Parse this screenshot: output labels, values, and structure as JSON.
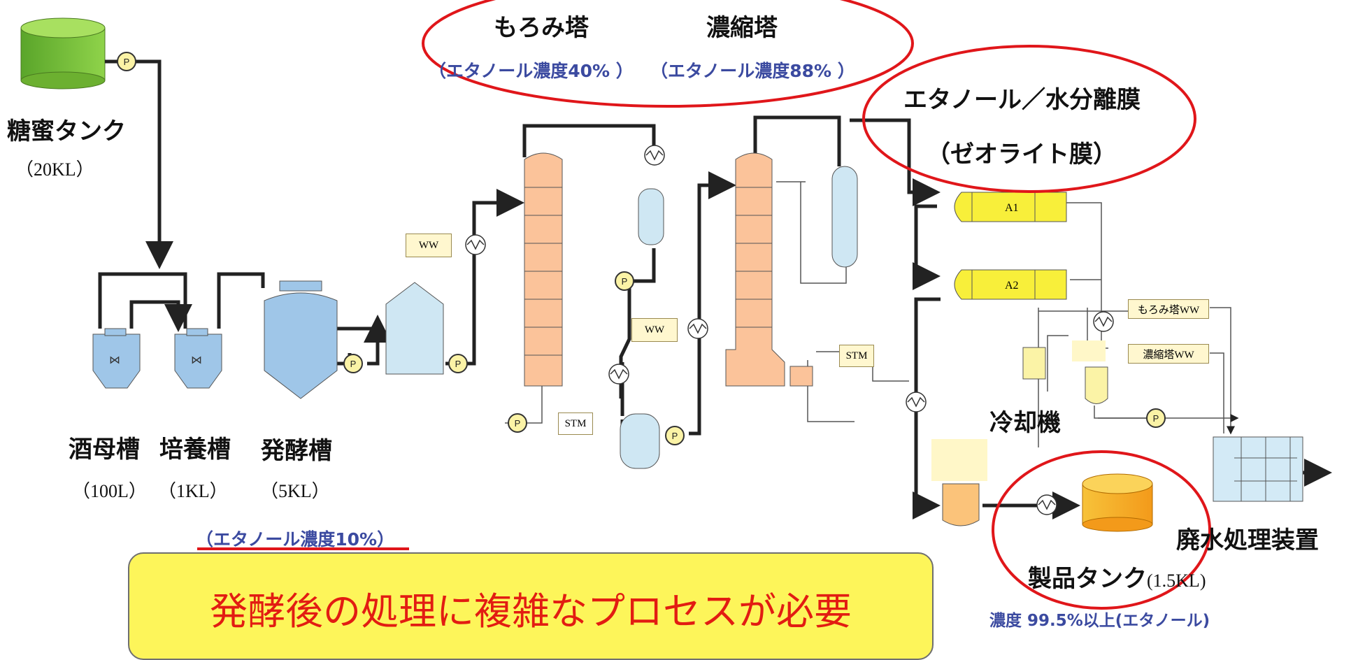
{
  "labels": {
    "molasses_tank": "糖蜜タンク",
    "molasses_cap": "（20KL）",
    "yeast_tank": "酒母槽",
    "yeast_cap": "（100L）",
    "culture_tank": "培養槽",
    "culture_cap": "（1KL）",
    "ferment_tank": "発酵槽",
    "ferment_cap": "（5KL）",
    "ferment_conc": "（エタノール濃度10%）",
    "mash_column": "もろみ塔",
    "mash_conc": "（エタノール濃度40% ）",
    "concentrator": "濃縮塔",
    "concentrator_conc": "（エタノール濃度88% ）",
    "membrane_title": "エタノール／水分離膜",
    "membrane_sub": "（ゼオライト膜）",
    "cooler": "冷却機",
    "wastewater": "廃水処理装置",
    "product_tank": "製品タンク",
    "product_cap": "(1.5KL)",
    "product_conc": "濃度  99.5%以上(エタノール)",
    "pump": "P",
    "ww": "WW",
    "stm": "STM",
    "a1": "A1",
    "a2": "A2",
    "mash_ww": "もろみ塔WW",
    "conc_ww": "濃縮塔WW"
  },
  "callout": "発酵後の処理に複雑なプロセスが必要",
  "colors": {
    "highlight_ellipse": "#e0161a",
    "callout_bg": "#fdf55a",
    "callout_text": "#e21c12",
    "column_fill": "#fbc39a",
    "tank_fill": "#9fc6e8",
    "membrane_fill": "#f8ef3a",
    "product_tank": "#f5a623",
    "molasses_tank": "#7cc23a"
  },
  "icons": [
    "pump-icon",
    "heat-exchanger-icon",
    "agitator-icon"
  ]
}
